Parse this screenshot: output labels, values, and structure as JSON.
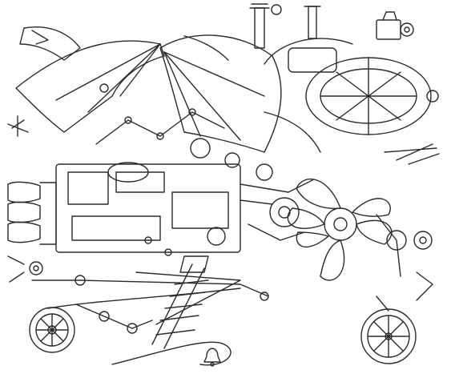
{
  "illustration": {
    "paper_color": "#ffffff",
    "ink_color": "#2b2b2b",
    "hatch_color": "#555555",
    "parts": [
      "bat-wing-left",
      "bat-wing-right",
      "airship-gondola",
      "camera-on-top",
      "chimney",
      "propeller-fan",
      "rocket-nozzles",
      "engine-block",
      "front-wheel",
      "rear-wheel",
      "ski-runners",
      "bell"
    ]
  }
}
